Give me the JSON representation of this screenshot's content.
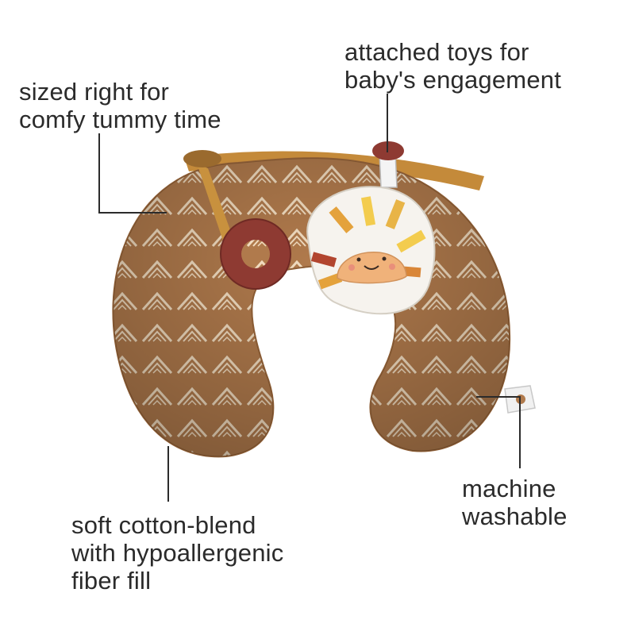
{
  "colors": {
    "background": "#ffffff",
    "pillow": "#b07a4c",
    "pattern": "#f1dcc0",
    "strap": "#c48a3a",
    "teether": "#8e3a32",
    "sun_face": "#f0b27a",
    "leader_line": "#2b2b2b"
  },
  "icons": {
    "pillow": "nursing-pillow-image",
    "teether": "teether-ring",
    "toy": "sun-face-toy",
    "tag": "care-label-tag"
  },
  "callouts": {
    "size": {
      "line1": "sized right for",
      "line2": "comfy tummy time"
    },
    "toys": {
      "line1": "attached toys for",
      "line2": "baby's engagement"
    },
    "washable": {
      "line1": "machine",
      "line2": "washable"
    },
    "fabric": {
      "line1": "soft cotton-blend",
      "line2": "with hypoallergenic",
      "line3": "fiber fill"
    }
  }
}
